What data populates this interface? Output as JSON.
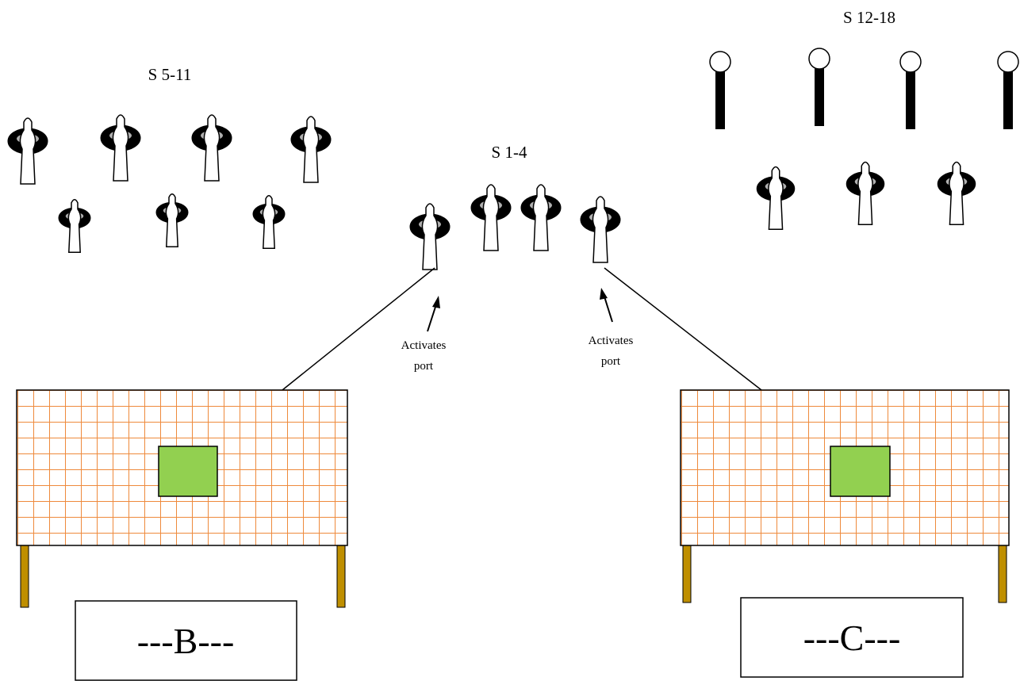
{
  "groups": {
    "s1_4": {
      "label": "S 1-4"
    },
    "s5_11": {
      "label": "S 5-11"
    },
    "s12_18": {
      "label": "S 12-18"
    }
  },
  "annotations": {
    "left": {
      "line1": "Activates",
      "line2": "port"
    },
    "right": {
      "line1": "Activates",
      "line2": "port"
    }
  },
  "screens": {
    "left": {
      "label": "---B---"
    },
    "right": {
      "label": "---C---"
    }
  },
  "colors": {
    "grid_line": "#ee8a3c",
    "target": "#92d050",
    "table_leg": "#bf8f00",
    "figure_dark": "#000000",
    "figure_light": "#ffffff"
  }
}
